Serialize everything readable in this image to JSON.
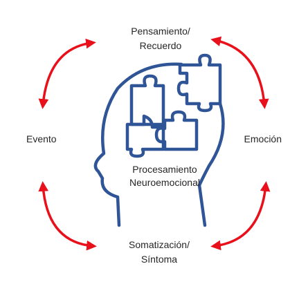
{
  "nodes": {
    "top_line1": "Pensamiento/",
    "top_line2": "Recuerdo",
    "left": "Evento",
    "right": "Emoción",
    "bottom_line1": "Somatización/",
    "bottom_line2": "Síntoma",
    "center_line1": "Procesamiento",
    "center_line2": "Neuroemocional"
  },
  "colors": {
    "arrow": "#e8101a",
    "head": "#2f5597",
    "text": "#262626"
  },
  "icons": [
    "head-outline-icon",
    "puzzle-pieces-icon",
    "double-arrow-icon"
  ]
}
